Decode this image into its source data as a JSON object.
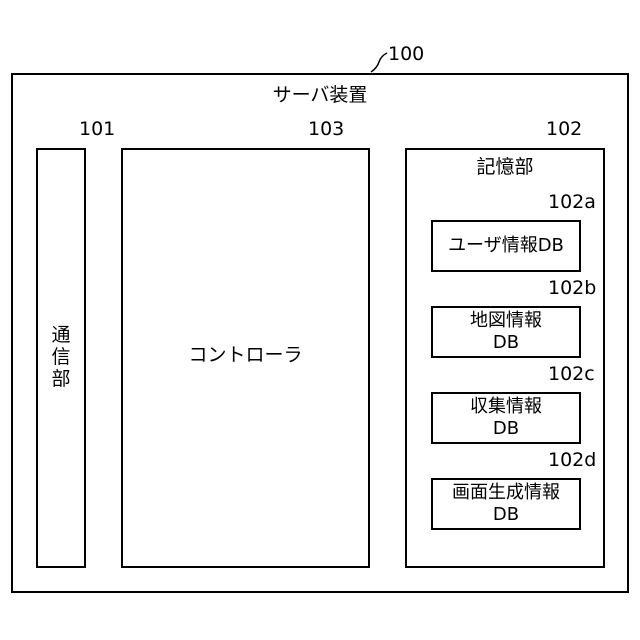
{
  "server": {
    "ref": "100",
    "title": "サーバ装置"
  },
  "comm": {
    "ref": "101",
    "chars": [
      "通",
      "信",
      "部"
    ]
  },
  "controller": {
    "ref": "103",
    "label": "コントローラ"
  },
  "storage": {
    "ref": "102",
    "title": "記憶部",
    "dbs": [
      {
        "ref": "102a",
        "line1": "ユーザ情報DB",
        "line2": ""
      },
      {
        "ref": "102b",
        "line1": "地図情報",
        "line2": "DB"
      },
      {
        "ref": "102c",
        "line1": "収集情報",
        "line2": "DB"
      },
      {
        "ref": "102d",
        "line1": "画面生成情報",
        "line2": "DB"
      }
    ]
  }
}
